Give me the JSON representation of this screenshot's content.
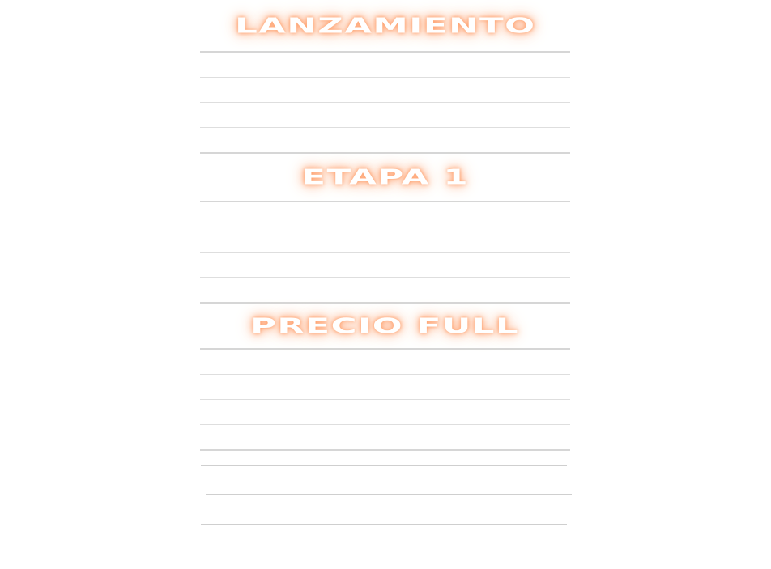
{
  "sections": [
    {
      "title": "LANZAMIENTO",
      "rows": [
        "",
        "",
        "",
        ""
      ]
    },
    {
      "title": "ETAPA 1",
      "rows": [
        "",
        "",
        "",
        ""
      ]
    },
    {
      "title": "PRECIO FULL",
      "rows": [
        "",
        "",
        "",
        ""
      ]
    }
  ],
  "colors": {
    "title_text": "#ffffff",
    "title_glow": "#ff9d66",
    "divider": "#d6d6d6"
  }
}
